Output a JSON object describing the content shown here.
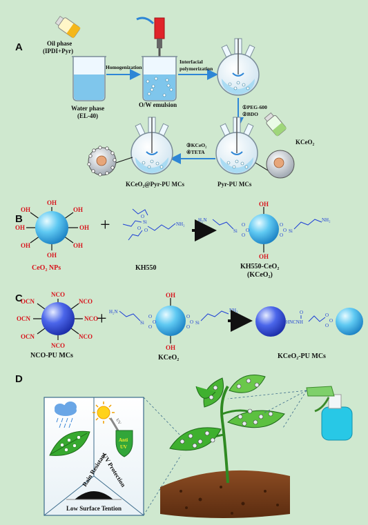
{
  "colors": {
    "background": "#cfe8cf",
    "arrow": "#2e86d6",
    "ceo2_sphere": "#27a9e6",
    "pu_sphere": "#2a45d8",
    "red_group": "#d8141c",
    "blue_group": "#1d3fd6"
  },
  "panels": {
    "a": "A",
    "b": "B",
    "c": "C",
    "d": "D"
  },
  "panel_a": {
    "oil_phase": "Oil phase",
    "oil_phase_components": "(IPDI+Pyr)",
    "water_phase": "Water phase",
    "water_phase_components": "(EL-40)",
    "step_homogenization": "Homogenization",
    "ow_emulsion": "O/W emulsion",
    "step_interfacial_1": "Interfacial",
    "step_interfacial_2": "polymerization",
    "reagent_1": "①PEG-600",
    "reagent_2": "②BDO",
    "kceo2_add": "KCeO₂",
    "pyr_pu_mcs": "Pyr-PU MCs",
    "reagent_3": "③KCeO₂",
    "reagent_4": "④TETA",
    "kceo2_pyr_pu_mcs": "KCeO₂@Pyr-PU MCs"
  },
  "panel_b": {
    "oh_group": "OH",
    "ceo2_nps": "CeO₂ NPs",
    "plus": "+",
    "kh550": "KH550",
    "si": "Si",
    "o": "O",
    "nh2": "NH₂",
    "h2n": "H₂N",
    "product_line1": "KH550-CeO₂",
    "product_line2": "(KCeO₂)"
  },
  "panel_c": {
    "nco_group": "NCO",
    "ocn_group": "OCN",
    "nco_pu_mcs": "NCO-PU MCs",
    "plus": "+",
    "kceo2": "KCeO₂",
    "linkage": "HNCNH",
    "urea_o": "O",
    "product": "KCeO₂-PU MCs"
  },
  "panel_d": {
    "rain_resistant": "Rain Resistant",
    "uv_protection": "UV Protection",
    "low_surface": "Low Surface Tention",
    "uv": "UV",
    "anti_uv_1": "Anti",
    "anti_uv_2": "UV"
  }
}
